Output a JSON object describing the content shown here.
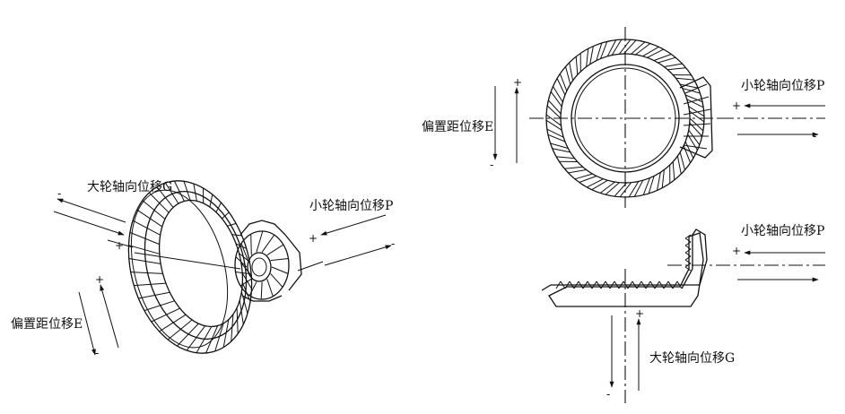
{
  "labels": {
    "large_gear_axial_g": "大轮轴向位移G",
    "small_gear_axial_p": "小轮轴向位移P",
    "offset_e": "偏置距位移E"
  },
  "signs": {
    "plus": "+",
    "minus": "-"
  }
}
